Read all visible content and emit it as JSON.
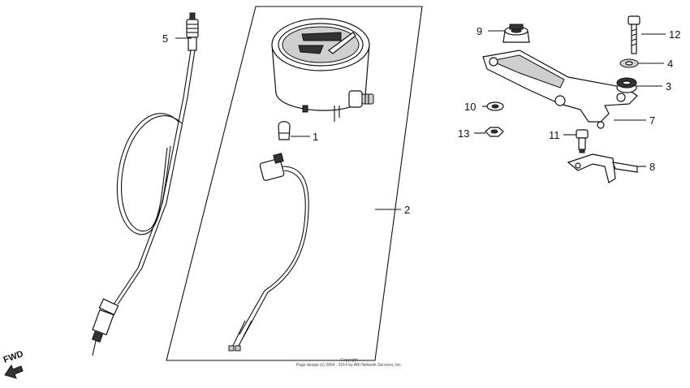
{
  "callouts": [
    {
      "id": "1",
      "label": "1"
    },
    {
      "id": "2",
      "label": "2"
    },
    {
      "id": "3",
      "label": "3"
    },
    {
      "id": "4",
      "label": "4"
    },
    {
      "id": "5",
      "label": "5"
    },
    {
      "id": "7",
      "label": "7"
    },
    {
      "id": "8",
      "label": "8"
    },
    {
      "id": "9",
      "label": "9"
    },
    {
      "id": "10",
      "label": "10"
    },
    {
      "id": "11",
      "label": "11"
    },
    {
      "id": "12",
      "label": "12"
    },
    {
      "id": "13",
      "label": "13"
    }
  ],
  "fwd_label": "FWD",
  "copyright_line1": "Copyright",
  "copyright_line2": "Page design (c) 2004 - 2014 by ARI Network Services, Inc."
}
